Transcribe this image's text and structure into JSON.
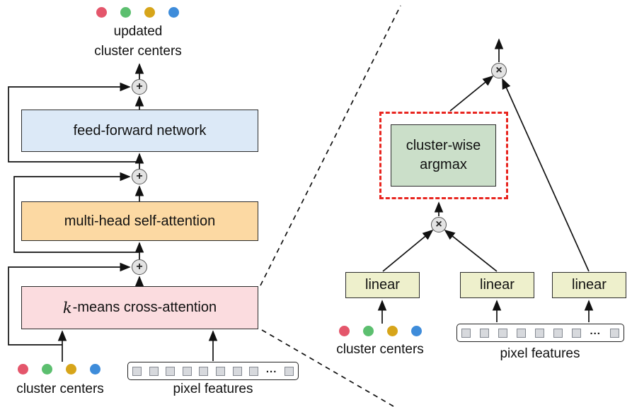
{
  "colors": {
    "dot_red": "#e4566b",
    "dot_green": "#5cbf6f",
    "dot_gold": "#d7a51a",
    "dot_blue": "#3e8cda",
    "ffn_fill": "#dce9f7",
    "mhsa_fill": "#fcd9a3",
    "kmeans_fill": "#fbdcdf",
    "argmax_fill": "#cbdfc9",
    "linear_fill": "#eef0cc",
    "op_fill": "#e3e3e3",
    "dashed_border": "#e8251f",
    "square_fill": "#d7d9dd"
  },
  "left": {
    "output_label": {
      "line1": "updated",
      "line2": "cluster centers"
    },
    "ffn_label": "feed-forward network",
    "mhsa_label": "multi-head self-attention",
    "kmeans_k": "k",
    "kmeans_rest": "-means cross-attention",
    "cluster_centers_label": "cluster centers",
    "pixel_features_label": "pixel features",
    "ellipsis": "..."
  },
  "right": {
    "argmax": {
      "line1": "cluster-wise",
      "line2": "argmax"
    },
    "linear1": "linear",
    "linear2": "linear",
    "linear3": "linear",
    "cluster_centers_label": "cluster centers",
    "pixel_features_label": "pixel features",
    "ellipsis": "..."
  },
  "ops": {
    "add": "+",
    "multiply": "×"
  }
}
